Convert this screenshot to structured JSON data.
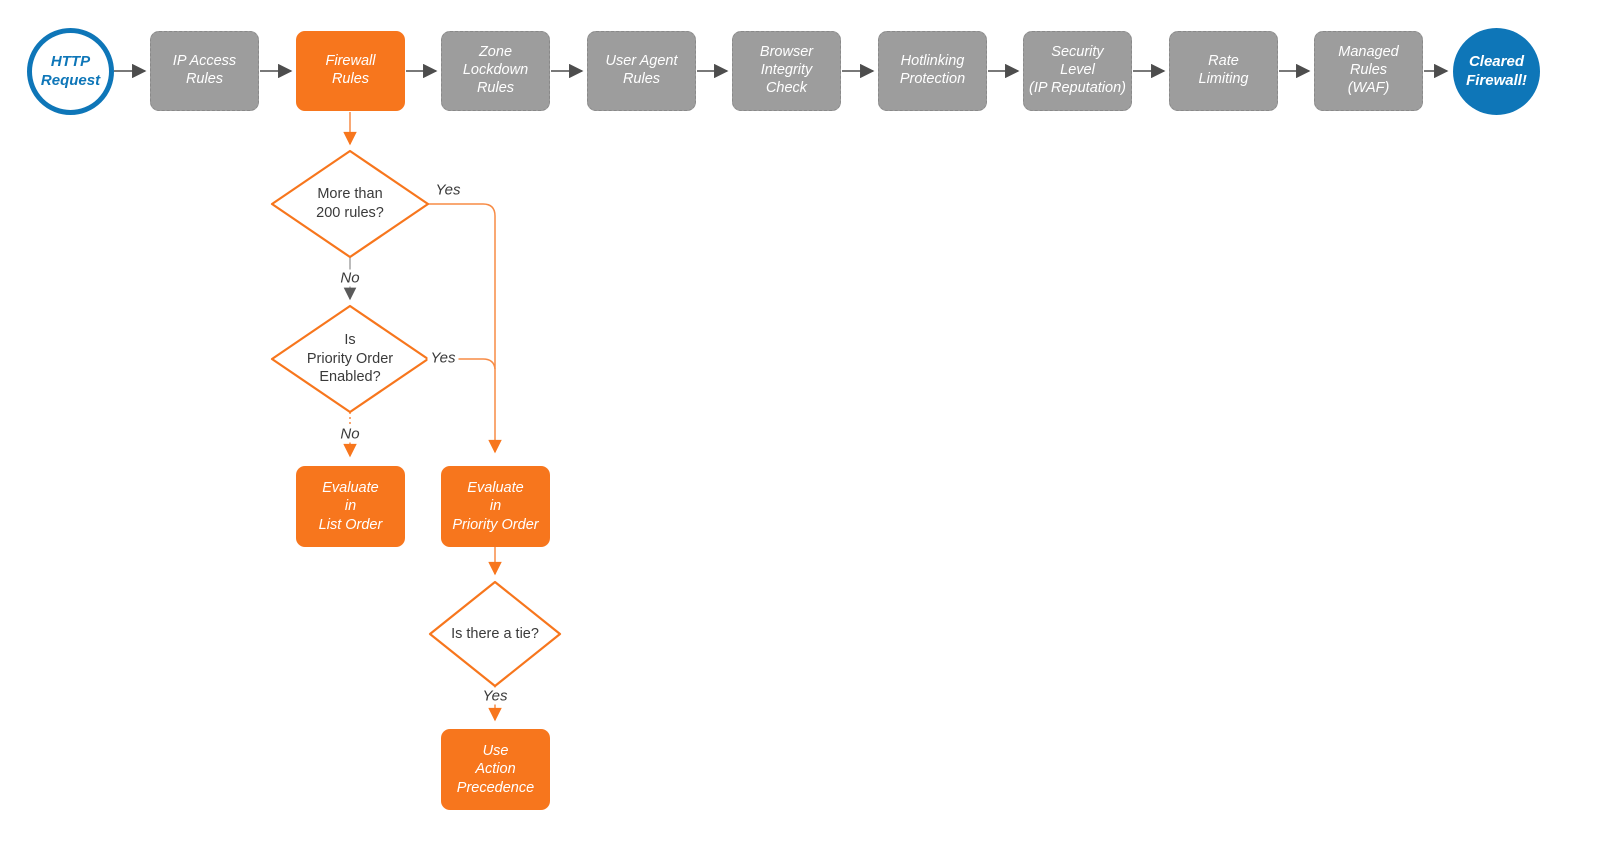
{
  "diagram": {
    "start": {
      "label": "HTTP\nRequest"
    },
    "end": {
      "label": "Cleared\nFirewall!"
    },
    "pipeline": [
      {
        "label": "IP Access\nRules"
      },
      {
        "label": "Firewall\nRules"
      },
      {
        "label": "Zone\nLockdown\nRules"
      },
      {
        "label": "User Agent\nRules"
      },
      {
        "label": "Browser\nIntegrity\nCheck"
      },
      {
        "label": "Hotlinking\nProtection"
      },
      {
        "label": "Security\nLevel\n(IP Reputation)"
      },
      {
        "label": "Rate\nLimiting"
      },
      {
        "label": "Managed\nRules\n(WAF)"
      }
    ],
    "decisions": [
      {
        "label": "More than\n200 rules?",
        "yes": "Yes",
        "no": "No"
      },
      {
        "label": "Is\nPriority Order\nEnabled?",
        "yes": "Yes",
        "no": "No"
      },
      {
        "label": "Is there a tie?",
        "yes": "Yes"
      }
    ],
    "actions": [
      {
        "label": "Evaluate\nin\nList Order"
      },
      {
        "label": "Evaluate\nin\nPriority Order"
      },
      {
        "label": "Use\nAction\nPrecedence"
      }
    ],
    "colors": {
      "orange": "#F7761D",
      "gray_node": "#9D9D9D",
      "blue": "#0E76B8",
      "arrow_gray": "#4D4D4D",
      "text_dark": "#3A3A3A"
    }
  }
}
